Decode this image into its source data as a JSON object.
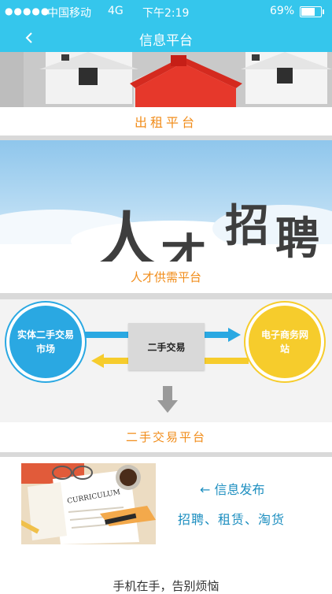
{
  "status_bar": {
    "signal": "●●●●●",
    "carrier": "中国移动",
    "network": "4G",
    "time": "下午2:19",
    "battery_percent": "69%",
    "battery_level": 0.69
  },
  "nav": {
    "title": "信息平台"
  },
  "sections": {
    "rental_label": "出租平台",
    "talent_label": "人才供需平台",
    "secondhand_label": "二手交易平台"
  },
  "talent_banner": {
    "char_ren": "人",
    "char_cai": "才",
    "char_zhao": "招",
    "char_pin": "聘"
  },
  "diagram": {
    "left_circle": "实体二手交易市场",
    "center_box": "二手交易",
    "right_circle": "电子商务网站"
  },
  "info": {
    "title": "← 信息发布",
    "subtitle": "招聘、租赁、淘货",
    "image_word": "CURRICULUM",
    "footer": "手机在手，告别烦恼"
  },
  "colors": {
    "accent": "#35c6ec",
    "label_orange": "#f18d1b",
    "link_blue": "#1e8fc0",
    "circle_blue": "#2aa8e2",
    "circle_yellow": "#f6cc2c"
  }
}
